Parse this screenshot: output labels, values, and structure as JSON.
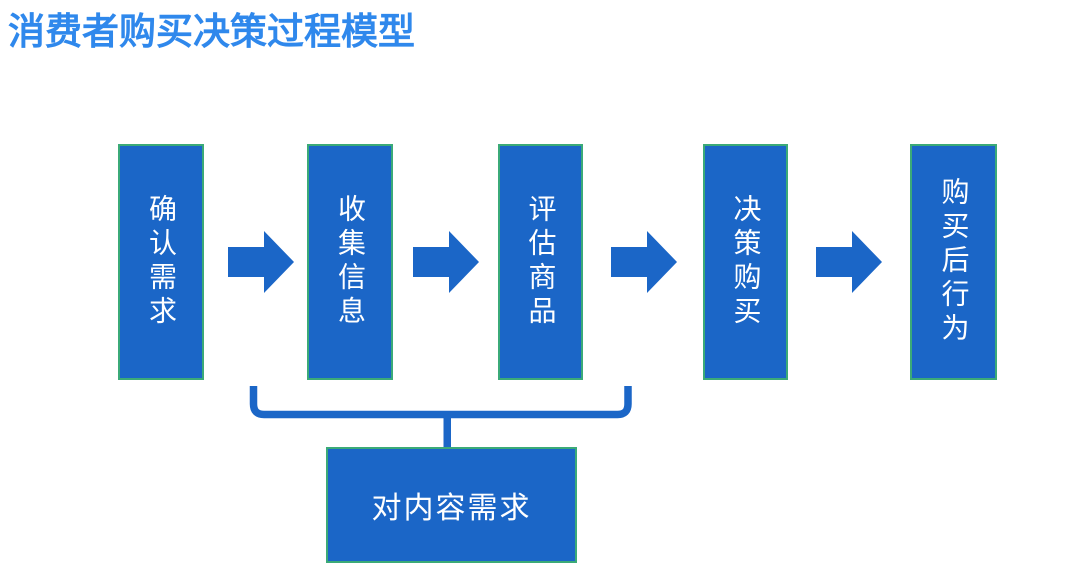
{
  "title": "消费者购买决策过程模型",
  "diagram": {
    "steps": [
      {
        "label": "确认需求"
      },
      {
        "label": "收集信息"
      },
      {
        "label": "评估商品"
      },
      {
        "label": "决策购买"
      },
      {
        "label": "购买后行为"
      }
    ],
    "annotation": {
      "label": "对内容需求"
    }
  },
  "colors": {
    "title_text": "#2f88ec",
    "shape_fill": "#1b66c7",
    "shape_border": "#3baa78",
    "shape_text": "#ffffff",
    "background": "#ffffff"
  }
}
